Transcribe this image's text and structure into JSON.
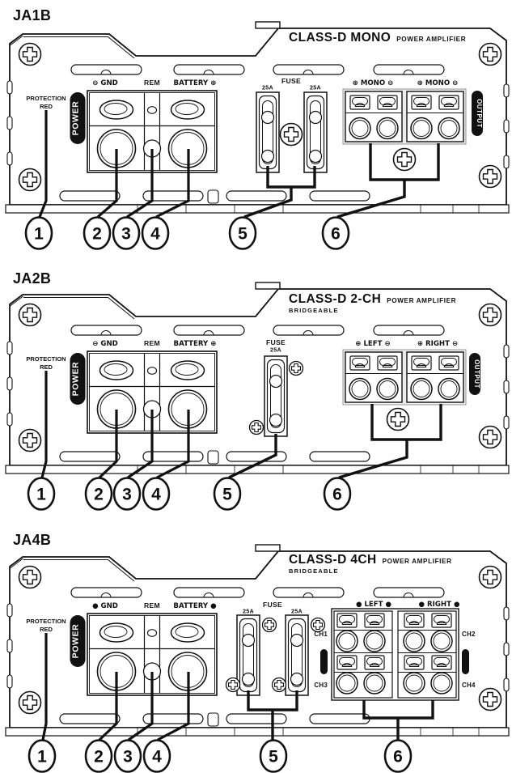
{
  "figure": {
    "type": "amplifier-endpanel-callout-diagrams",
    "ink_color": "#111111",
    "background_color": "#ffffff"
  },
  "panels": [
    {
      "model": "JA1B",
      "title": "CLASS-D MONO",
      "title_suffix": "POWER AMPLIFIER",
      "protection": [
        "PROTECTION",
        "RED"
      ],
      "power_label": "POWER",
      "terminals": {
        "gnd": "⊖  GND",
        "rem": "REM",
        "battery": "BATTERY ⊕"
      },
      "fuse": {
        "label": "FUSE",
        "ratings": [
          "25A",
          "25A"
        ]
      },
      "output": {
        "label": "OUTPUT",
        "channels": [
          "⊕ MONO ⊖",
          "⊕ MONO ⊖"
        ]
      },
      "callouts": [
        "1",
        "2",
        "3",
        "4",
        "5",
        "6"
      ]
    },
    {
      "model": "JA2B",
      "title": "CLASS-D 2-CH",
      "title_suffix": "POWER AMPLIFIER",
      "subtitle": "BRIDGEABLE",
      "protection": [
        "PROTECTION",
        "RED"
      ],
      "power_label": "POWER",
      "terminals": {
        "gnd": "⊖  GND",
        "rem": "REM",
        "battery": "BATTERY ⊕"
      },
      "fuse": {
        "label": "FUSE",
        "ratings": [
          "25A"
        ]
      },
      "output": {
        "label": "OUTPUT",
        "channels": [
          "⊕ LEFT ⊖",
          "⊕ RIGHT ⊖"
        ]
      },
      "callouts": [
        "1",
        "2",
        "3",
        "4",
        "5",
        "6"
      ]
    },
    {
      "model": "JA4B",
      "title": "CLASS-D 4CH",
      "title_suffix": "POWER AMPLIFIER",
      "subtitle": "BRIDGEABLE",
      "protection": [
        "PROTECTION",
        "RED"
      ],
      "power_label": "POWER",
      "terminals": {
        "gnd": "●  GND",
        "rem": "REM",
        "battery": "BATTERY ●"
      },
      "fuse": {
        "label": "FUSE",
        "ratings": [
          "25A",
          "25A"
        ]
      },
      "output": {
        "channels": [
          "● LEFT ●",
          "● RIGHT ●"
        ],
        "channel_ids": [
          "CH1",
          "CH2",
          "CH3",
          "CH4"
        ]
      },
      "callouts": [
        "1",
        "2",
        "3",
        "4",
        "5",
        "6"
      ]
    }
  ]
}
